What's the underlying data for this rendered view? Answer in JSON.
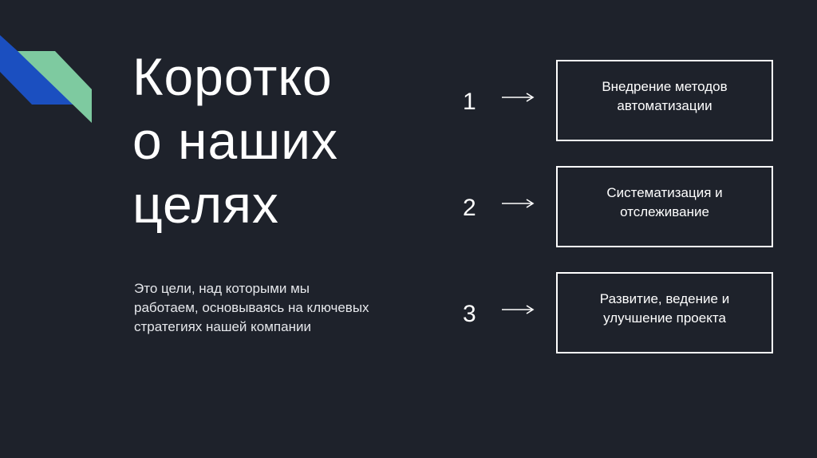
{
  "slide": {
    "title_lines": [
      "Коротко",
      "о наших",
      "целях"
    ],
    "subtitle": "Это цели, над которыми мы работаем, основываясь на ключевых стратегиях нашей компании",
    "goals": [
      {
        "number": "1",
        "text": "Внедрение методов автоматизации"
      },
      {
        "number": "2",
        "text": "Систематизация и отслеживание"
      },
      {
        "number": "3",
        "text": "Развитие, ведение и улучшение проекта"
      }
    ]
  },
  "colors": {
    "background": "#1e222b",
    "accent_blue": "#1b4fc0",
    "accent_green": "#7ecaa0",
    "text": "#ffffff"
  },
  "icons": {
    "arrow": "right-arrow-icon",
    "decoration": "diagonal-stripes-logo"
  }
}
